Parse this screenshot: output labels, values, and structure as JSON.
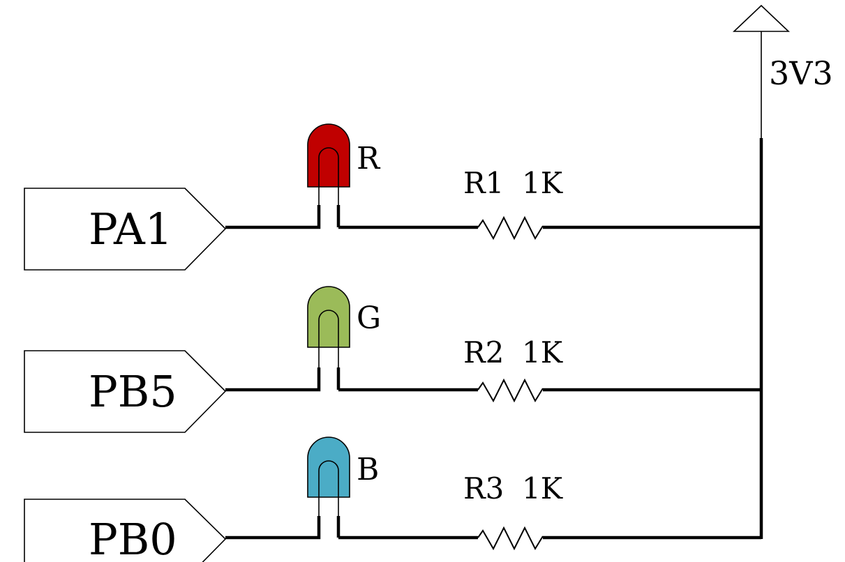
{
  "power": {
    "label": "3V3"
  },
  "channels": [
    {
      "port": "PA1",
      "led_label": "R",
      "resistor_name": "R1",
      "resistor_value": "1K",
      "led_color": "#c00000"
    },
    {
      "port": "PB5",
      "led_label": "G",
      "resistor_name": "R2",
      "resistor_value": "1K",
      "led_color": "#9bbb59"
    },
    {
      "port": "PB0",
      "led_label": "B",
      "resistor_name": "R3",
      "resistor_value": "1K",
      "led_color": "#4bacc6"
    }
  ]
}
